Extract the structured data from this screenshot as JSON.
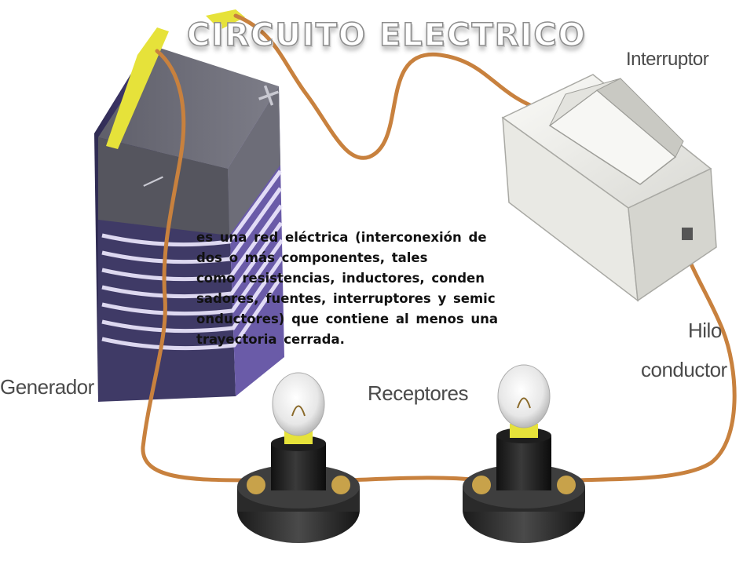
{
  "title": "CIRCUITO ELECTRICO",
  "labels": {
    "interruptor": "Interruptor",
    "generador": "Generador",
    "receptores": "Receptores",
    "hilo": "Hilo",
    "conductor": "conductor"
  },
  "battery_signs": {
    "plus": "+",
    "minus": "—"
  },
  "description_lines": [
    "es una red eléctrica (interconexión de",
    "dos o más componentes, tales",
    "como resistencias, inductores, conden",
    "sadores, fuentes, interruptores y semic",
    "onductores) que contiene al menos una",
    "trayectoria cerrada."
  ],
  "colors": {
    "wire": "#c8813e",
    "battery_body": "#5b4a93",
    "battery_top": "#6e6e78",
    "terminal_yellow": "#e6e23a",
    "switch_body": "#f0f0ec",
    "socket_dark": "#1c1c1c"
  }
}
